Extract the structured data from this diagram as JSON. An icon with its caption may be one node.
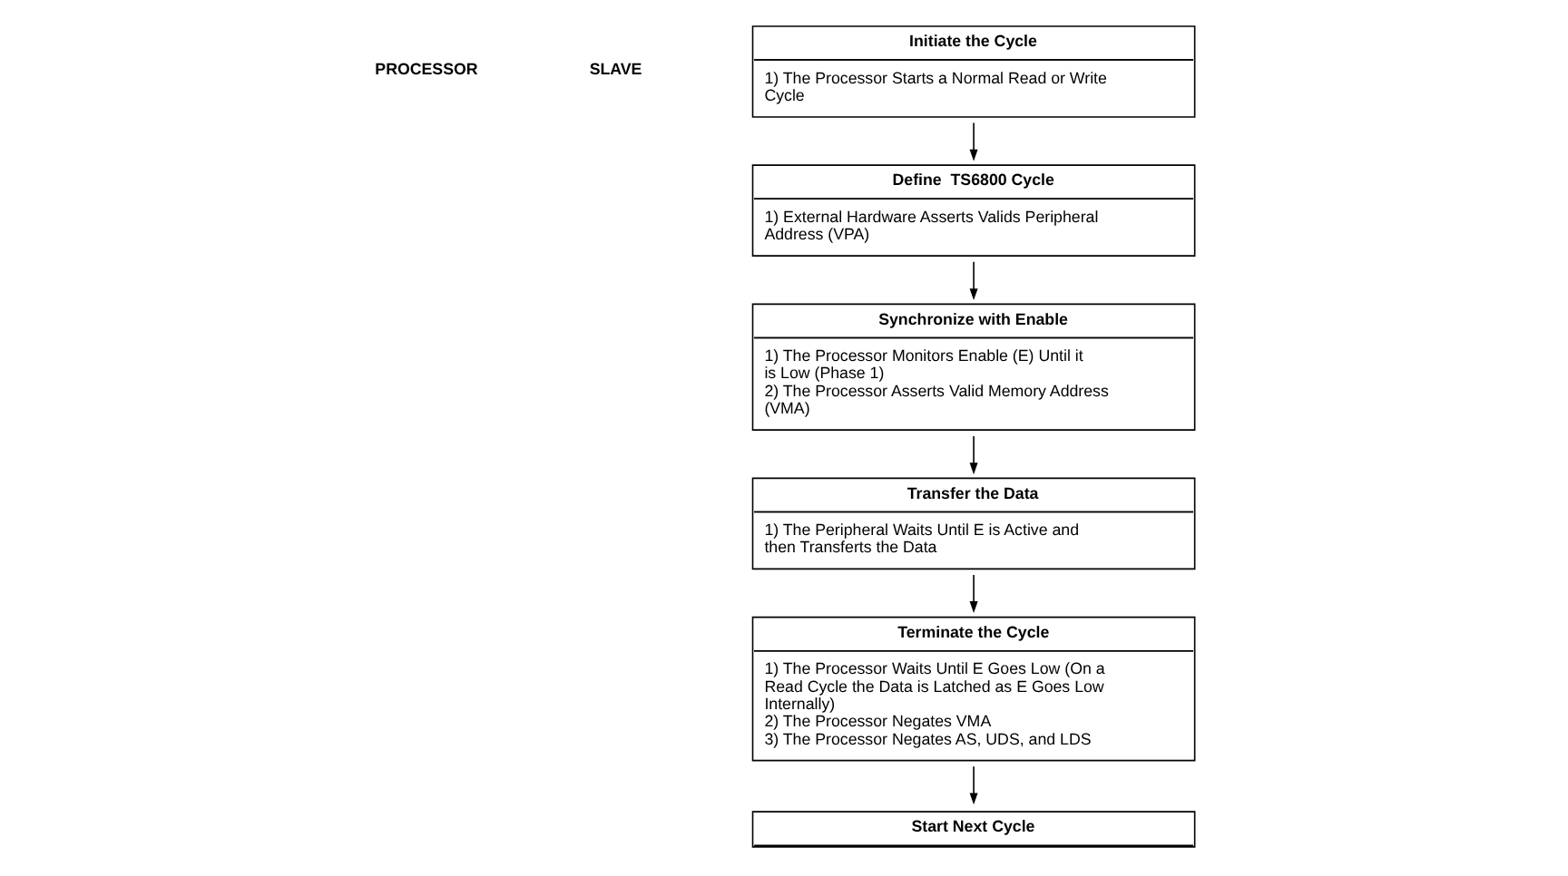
{
  "diagram": {
    "nodes": [
      {
        "text": [
          "Initiate the Cycle",
          "1) The Processor Starts a Normal Read or Write Cycle"
        ]
      },
      {
        "text": [
          "Define  TS6800 Cycle",
          "1) External Hardware Asserts Valids Peripheral Address (VPA)"
        ]
      },
      {
        "text": [
          "Synchronize with Enable",
          "1) The Processor Monitors Enable (E) Until it is Low (Phase 1)",
          "2) The Processor Asserts Valid Memory Address (VMA)"
        ]
      },
      {
        "text": [
          "Transfer the Data",
          "1) The Peripheral Waits Until E is Active and then Transferts the Data"
        ]
      },
      {
        "text": [
          "Terminate the Cycle",
          "1) The Processor Waits Until E Goes Low (On a Read Cycle the Data is Latched as E Goes Low Internally)",
          "2) The Processor Negates VMA",
          "3) The Processor Negates AS, UDS, and LDS"
        ]
      },
      {
        "text": [
          "Start Next Cycle"
        ]
      }
    ],
    "edges": [
      {
        "from": 0,
        "to": 1,
        "arrow": "to"
      },
      {
        "from": 1,
        "to": 2,
        "arrow": "to"
      },
      {
        "from": 2,
        "to": 3,
        "arrow": "to"
      },
      {
        "from": 3,
        "to": 4,
        "arrow": "to"
      },
      {
        "from": 4,
        "to": 5,
        "arrow": "to"
      }
    ],
    "labels": [
      "PROCESSOR",
      "SLAVE"
    ]
  }
}
